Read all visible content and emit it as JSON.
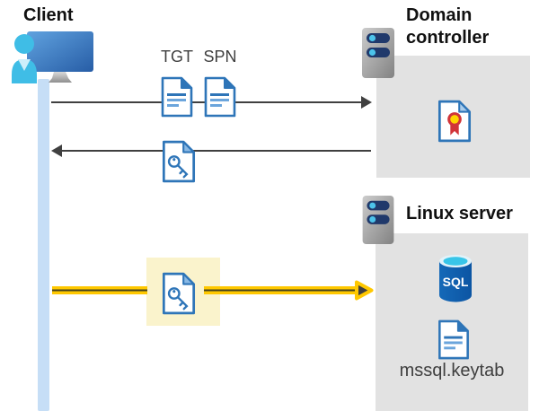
{
  "nodes": {
    "client": {
      "label": "Client",
      "icon": "client-person-monitor-icon"
    },
    "domain_controller": {
      "label": "Domain controller",
      "icon": "server-icon"
    },
    "linux_server": {
      "label": "Linux server",
      "icon": "server-icon"
    }
  },
  "messages": {
    "tgt_label": "TGT",
    "spn_label": "SPN",
    "request_arrow": "client-to-domain-controller",
    "response_arrow": "domain-controller-to-client",
    "auth_arrow": "client-to-linux-server-highlighted"
  },
  "artifacts": {
    "sql_label": "SQL",
    "keytab_label": "mssql.keytab",
    "icons": {
      "tgt": "document-icon",
      "spn": "document-icon",
      "service_ticket": "key-document-icon",
      "certificate": "certificate-document-icon",
      "database": "sql-database-icon",
      "keytab_file": "document-icon"
    }
  },
  "colors": {
    "doc_blue": "#2e75b8",
    "doc_line_light": "#6ba5dc",
    "arrow_gray": "#404040",
    "arrow_yellow": "#ffc800",
    "highlight_yellow": "#faf3cc",
    "timeline_blue": "#c6def6",
    "box_gray": "#e2e2e2",
    "server_pill_navy": "#20396b",
    "server_dot_cyan": "#4cc3ea",
    "sql_body_blue": "#1063b1",
    "sql_top_cyan": "#38c5e8",
    "cert_red": "#d13438",
    "cert_gold": "#ffd400",
    "person_cyan": "#3fbde6"
  }
}
